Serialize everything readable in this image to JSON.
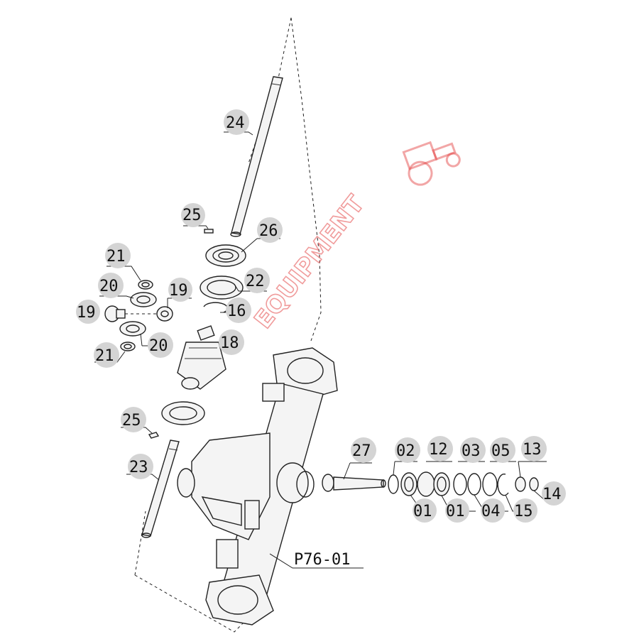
{
  "diagram": {
    "labels": {
      "p24": "24",
      "p25a": "25",
      "p26": "26",
      "p21a": "21",
      "p22": "22",
      "p20a": "20",
      "p19a": "19",
      "p19b": "19",
      "p16": "16",
      "p18": "18",
      "p20b": "20",
      "p21b": "21",
      "p25b": "25",
      "p23": "23",
      "p27": "27",
      "p02": "02",
      "p12": "12",
      "p03": "03",
      "p05": "05",
      "p13": "13",
      "p14": "14",
      "p01a": "01",
      "p01b": "01",
      "p04": "04",
      "p15": "15",
      "housing": "P76-01"
    },
    "watermark": "EQUIPMENT",
    "watermark_color": "#e23a3a",
    "badge_color": "#d4d4d4"
  }
}
